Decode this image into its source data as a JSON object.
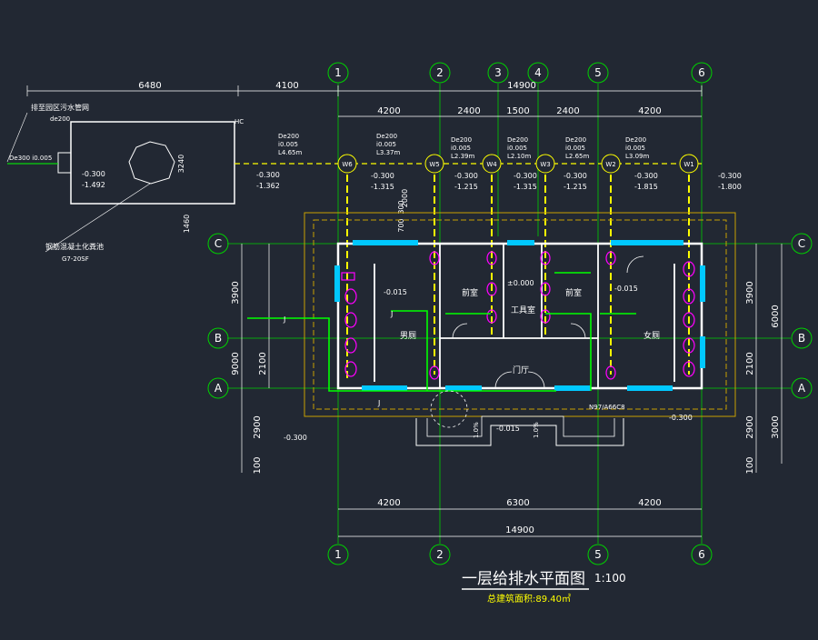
{
  "title": "一层给排水平面图",
  "scale": "1:100",
  "area_note": "总建筑面积:89.40㎡",
  "colors": {
    "background": "#222833",
    "grid": "#00d000",
    "wall": "#ffffff",
    "pipe_drain": "#ffff00",
    "water": "#00ff00",
    "fixture": "#ff00ff",
    "window": "#00c8ff",
    "outline": "#c8a000"
  },
  "axes_numbers": [
    "1",
    "2",
    "3",
    "4",
    "5",
    "6"
  ],
  "axes_letters": [
    "C",
    "B",
    "A"
  ],
  "top_dims_outer": [
    "6480",
    "4100",
    "14900"
  ],
  "top_dims_inner": [
    "4200",
    "2400",
    "1500",
    "2400",
    "4200"
  ],
  "bottom_dims_inner": [
    "4200",
    "6300",
    "4200"
  ],
  "bottom_dims_total": "14900",
  "left_dims": [
    "3900",
    "9000",
    "2100",
    "2900",
    "100"
  ],
  "right_dims": [
    "3900",
    "6000",
    "2100",
    "2900",
    "3000",
    "100"
  ],
  "misc_dims": [
    "3240",
    "1460",
    "2000",
    "700",
    "300"
  ],
  "left_notes": {
    "sewer": "排至园区污水管网",
    "sewer_dn": "de200",
    "sewer_pipe": "De300 i0.005",
    "tank": "钢筋混凝土化粪池",
    "tank_code": "G7-20SF",
    "hc": "HC"
  },
  "manholes": [
    "W6",
    "W5",
    "W4",
    "W3",
    "W2",
    "W1"
  ],
  "pipe_specs": [
    {
      "d": "De200",
      "i": "i0.005",
      "l": "L4.65m"
    },
    {
      "d": "De200",
      "i": "i0.005",
      "l": "L3.37m"
    },
    {
      "d": "De200",
      "i": "i0.005",
      "l": "L2.39m"
    },
    {
      "d": "De200",
      "i": "i0.005",
      "l": "L2.10m"
    },
    {
      "d": "De200",
      "i": "i0.005",
      "l": "L2.65m"
    },
    {
      "d": "De200",
      "i": "i0.005",
      "l": "L3.09m"
    }
  ],
  "elevations": {
    "tank_in": "-0.300",
    "tank_out": "-1.492",
    "hc_in": "-0.300",
    "hc_out": "-1.362",
    "w_top": [
      "-0.300",
      "-0.300",
      "-0.300",
      "-0.300",
      "-0.300",
      "-0.300"
    ],
    "w_bot": [
      "-1.315",
      "-1.215",
      "-1.315",
      "-1.215",
      "-1.815",
      "-1.800"
    ],
    "men": "-0.015",
    "women": "-0.015",
    "tool": "±0.000",
    "hall": "-0.015",
    "outside_left": "-0.300",
    "outside_right": "-0.300"
  },
  "rooms": {
    "men": "男厕",
    "women": "女厕",
    "front1": "前室",
    "front2": "前室",
    "tool": "工具室",
    "hall": "门厅"
  },
  "water_label": "J",
  "meter_note": "N97/A66C8",
  "door_note": "1.0%"
}
